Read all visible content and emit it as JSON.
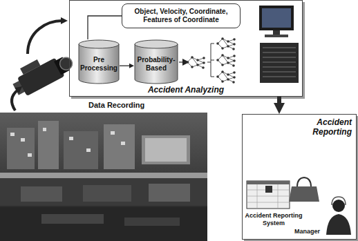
{
  "diagram": {
    "nodes": [
      {
        "text": [
          "Accident Analyzing"
        ]
      },
      {
        "text": [
          "Object, Velocity, Coordinate, Features of Coordinate"
        ],
        "in": 0
      },
      {
        "text": [
          "Pre Processing"
        ],
        "in": 0
      },
      {
        "text": [
          "Probability-Based"
        ],
        "in": 0
      },
      {
        "text": [
          "Accident Reporting"
        ]
      }
    ],
    "edges": [
      {
        "from": 2,
        "to": 3,
        "arrow": "to"
      },
      {
        "from": 2,
        "to": 1,
        "arrow": "none"
      },
      {
        "from": 0,
        "to": 4,
        "arrow": "to"
      }
    ],
    "labels": [
      "Data Recording",
      "Accident Reporting System",
      "Manager"
    ]
  }
}
